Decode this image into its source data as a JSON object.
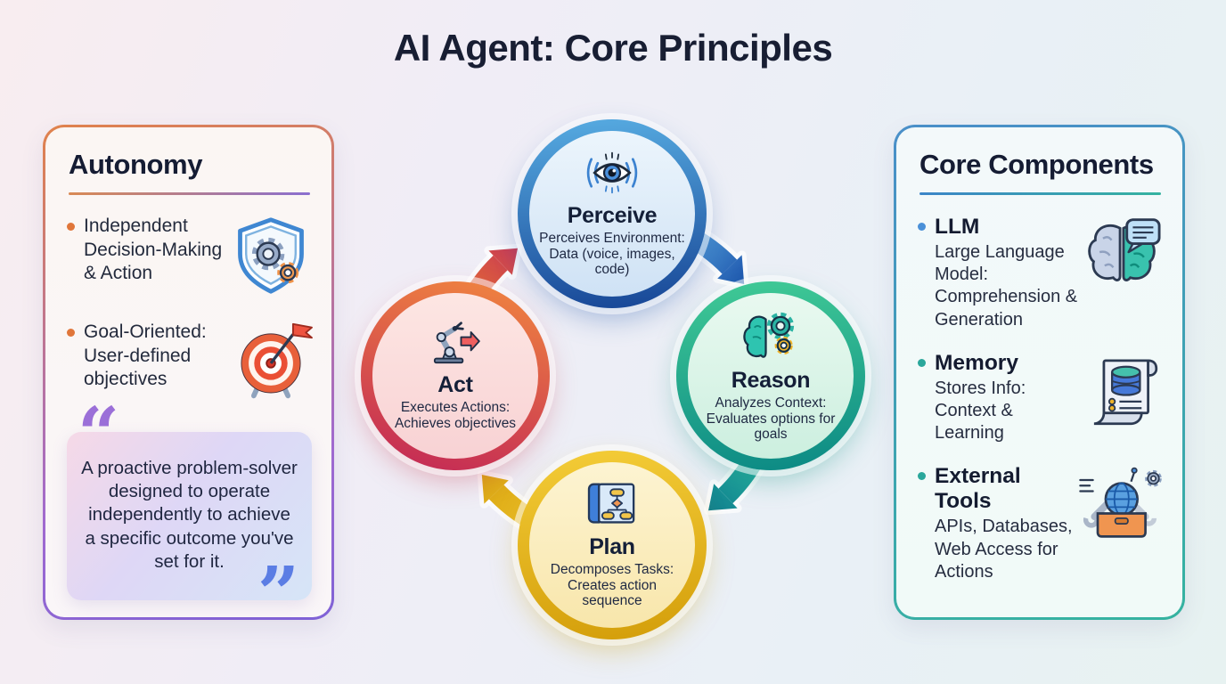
{
  "title": "AI Agent: Core Principles",
  "autonomy_panel": {
    "heading": "Autonomy",
    "items": [
      {
        "text": "Independent Decision-Making & Action",
        "icon": "shield-gears-icon"
      },
      {
        "text": "Goal-Oriented: User-defined objectives",
        "icon": "target-flag-icon"
      }
    ],
    "quote": "A proactive problem-solver designed to operate independently to achieve a specific outcome you've set for it."
  },
  "cycle": {
    "nodes": [
      {
        "name": "Perceive",
        "description": "Perceives Environment: Data (voice, images, code)",
        "icon": "eye-icon",
        "color": "#1d55ad"
      },
      {
        "name": "Reason",
        "description": "Analyzes Context: Evaluates options for goals",
        "icon": "brain-gears-icon",
        "color": "#12938c"
      },
      {
        "name": "Plan",
        "description": "Decomposes Tasks: Creates action sequence",
        "icon": "blueprint-flowchart-icon",
        "color": "#dcaa12"
      },
      {
        "name": "Act",
        "description": "Executes Actions: Achieves objectives",
        "icon": "robot-arm-icon",
        "color": "#cf3d55"
      }
    ],
    "order": [
      "Perceive",
      "Reason",
      "Plan",
      "Act"
    ]
  },
  "components_panel": {
    "heading": "Core Components",
    "items": [
      {
        "title": "LLM",
        "description": "Large Language Model: Comprehension & Generation",
        "icon": "brain-chat-icon",
        "bullet_color": "#4a90d8"
      },
      {
        "title": "Memory",
        "description": "Stores Info: Context & Learning",
        "icon": "scroll-database-icon",
        "bullet_color": "#2aa79b"
      },
      {
        "title": "External Tools",
        "description": "APIs, Databases, Web Access for Actions",
        "icon": "toolbox-globe-icon",
        "bullet_color": "#2aa79b"
      }
    ]
  },
  "colors": {
    "autonomy_accent_start": "#d98a55",
    "autonomy_accent_end": "#8a6fd0",
    "components_accent_start": "#3c85c8",
    "components_accent_end": "#35b3a0",
    "arrow_perceive_reason": "#1d55ad",
    "arrow_reason_plan": "#0f7f8e",
    "arrow_plan_act": "#d9a713",
    "arrow_act_perceive": "#c93a55"
  }
}
